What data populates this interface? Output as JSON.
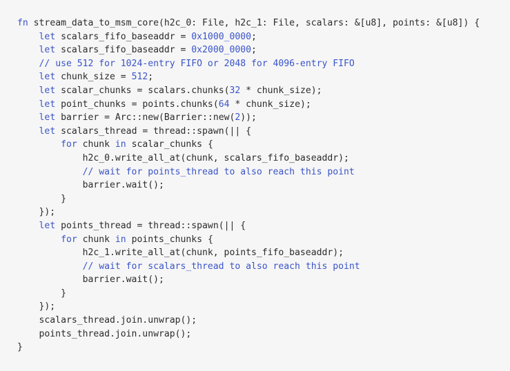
{
  "colors": {
    "background": "#f6f6f6",
    "text": "#2b2b2b",
    "keyword": "#3a54c8"
  },
  "code": {
    "language": "rust",
    "lines": [
      [
        [
          "kw",
          "fn"
        ],
        [
          "plain",
          " stream_data_to_msm_core(h2c_0: File, h2c_1: File, scalars: &[u8], points: &[u8]) {"
        ]
      ],
      [
        [
          "plain",
          "    "
        ],
        [
          "kw",
          "let"
        ],
        [
          "plain",
          " scalars_fifo_baseaddr = "
        ],
        [
          "num",
          "0x1000_0000"
        ],
        [
          "plain",
          ";"
        ]
      ],
      [
        [
          "plain",
          "    "
        ],
        [
          "kw",
          "let"
        ],
        [
          "plain",
          " scalars_fifo_baseaddr = "
        ],
        [
          "num",
          "0x2000_0000"
        ],
        [
          "plain",
          ";"
        ]
      ],
      [
        [
          "plain",
          "    "
        ],
        [
          "cm",
          "// use 512 for 1024-entry FIFO or 2048 for 4096-entry FIFO"
        ]
      ],
      [
        [
          "plain",
          "    "
        ],
        [
          "kw",
          "let"
        ],
        [
          "plain",
          " chunk_size = "
        ],
        [
          "num",
          "512"
        ],
        [
          "plain",
          ";"
        ]
      ],
      [
        [
          "plain",
          "    "
        ],
        [
          "kw",
          "let"
        ],
        [
          "plain",
          " scalar_chunks = scalars.chunks("
        ],
        [
          "num",
          "32"
        ],
        [
          "plain",
          " * chunk_size);"
        ]
      ],
      [
        [
          "plain",
          "    "
        ],
        [
          "kw",
          "let"
        ],
        [
          "plain",
          " point_chunks = points.chunks("
        ],
        [
          "num",
          "64"
        ],
        [
          "plain",
          " * chunk_size);"
        ]
      ],
      [
        [
          "plain",
          "    "
        ],
        [
          "kw",
          "let"
        ],
        [
          "plain",
          " barrier = Arc::new(Barrier::new("
        ],
        [
          "num",
          "2"
        ],
        [
          "plain",
          "));"
        ]
      ],
      [
        [
          "plain",
          "    "
        ],
        [
          "kw",
          "let"
        ],
        [
          "plain",
          " scalars_thread = thread::spawn(|| {"
        ]
      ],
      [
        [
          "plain",
          "        "
        ],
        [
          "kw",
          "for"
        ],
        [
          "plain",
          " chunk "
        ],
        [
          "kw",
          "in"
        ],
        [
          "plain",
          " scalar_chunks {"
        ]
      ],
      [
        [
          "plain",
          "            h2c_0.write_all_at(chunk, scalars_fifo_baseaddr);"
        ]
      ],
      [
        [
          "plain",
          "            "
        ],
        [
          "cm",
          "// wait for points_thread to also reach this point"
        ]
      ],
      [
        [
          "plain",
          "            barrier.wait();"
        ]
      ],
      [
        [
          "plain",
          "        }"
        ]
      ],
      [
        [
          "plain",
          "    });"
        ]
      ],
      [
        [
          "plain",
          "    "
        ],
        [
          "kw",
          "let"
        ],
        [
          "plain",
          " points_thread = thread::spawn(|| {"
        ]
      ],
      [
        [
          "plain",
          "        "
        ],
        [
          "kw",
          "for"
        ],
        [
          "plain",
          " chunk "
        ],
        [
          "kw",
          "in"
        ],
        [
          "plain",
          " points_chunks {"
        ]
      ],
      [
        [
          "plain",
          "            h2c_1.write_all_at(chunk, points_fifo_baseaddr);"
        ]
      ],
      [
        [
          "plain",
          "            "
        ],
        [
          "cm",
          "// wait for scalars_thread to also reach this point"
        ]
      ],
      [
        [
          "plain",
          "            barrier.wait();"
        ]
      ],
      [
        [
          "plain",
          "        }"
        ]
      ],
      [
        [
          "plain",
          "    });"
        ]
      ],
      [
        [
          "plain",
          "    scalars_thread.join.unwrap();"
        ]
      ],
      [
        [
          "plain",
          "    points_thread.join.unwrap();"
        ]
      ],
      [
        [
          "plain",
          "}"
        ]
      ]
    ]
  }
}
